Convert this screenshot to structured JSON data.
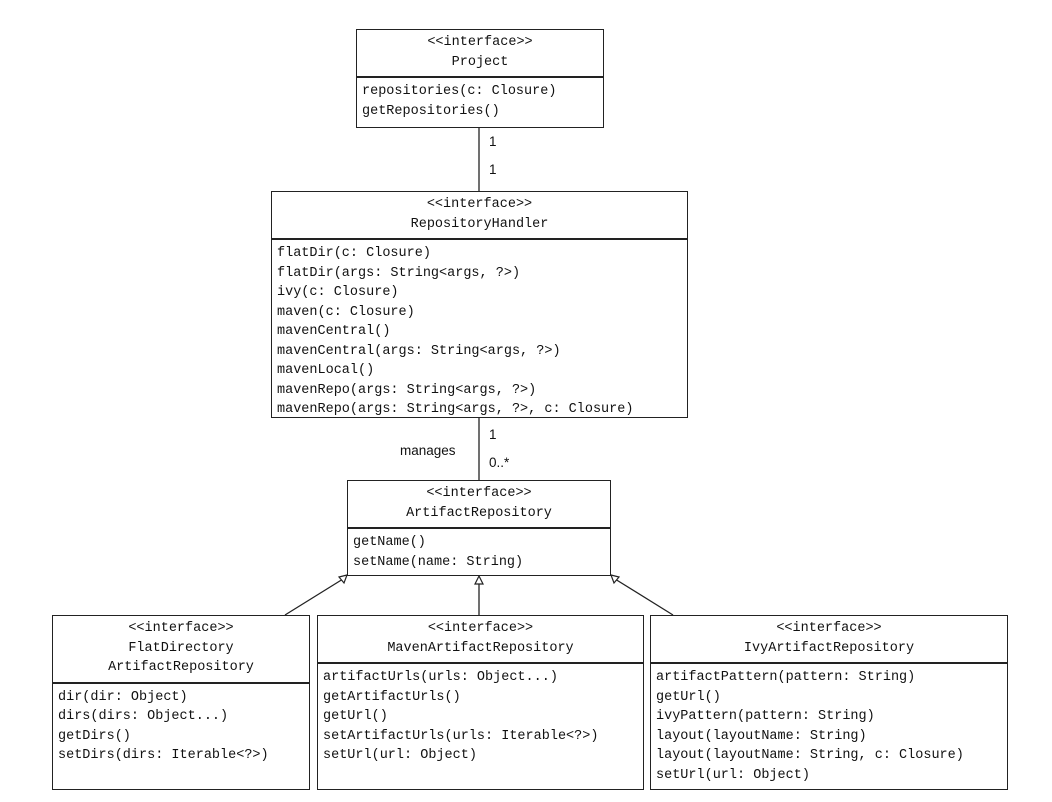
{
  "project": {
    "stereotype": "<<interface>>",
    "name": "Project",
    "methods": [
      "repositories(c: Closure)",
      "getRepositories()"
    ]
  },
  "repository_handler": {
    "stereotype": "<<interface>>",
    "name": "RepositoryHandler",
    "methods": [
      "flatDir(c: Closure)",
      "flatDir(args: String<args, ?>)",
      "ivy(c: Closure)",
      "maven(c: Closure)",
      "mavenCentral()",
      "mavenCentral(args: String<args, ?>)",
      "mavenLocal()",
      "mavenRepo(args: String<args, ?>)",
      "mavenRepo(args: String<args, ?>, c: Closure)"
    ]
  },
  "artifact_repository": {
    "stereotype": "<<interface>>",
    "name": "ArtifactRepository",
    "methods": [
      "getName()",
      "setName(name: String)"
    ]
  },
  "flat_directory": {
    "stereotype": "<<interface>>",
    "name_line1": "FlatDirectory",
    "name_line2": "ArtifactRepository",
    "methods": [
      "dir(dir: Object)",
      "dirs(dirs: Object...)",
      "getDirs()",
      "setDirs(dirs: Iterable<?>)"
    ]
  },
  "maven_repository": {
    "stereotype": "<<interface>>",
    "name": "MavenArtifactRepository",
    "methods": [
      "artifactUrls(urls: Object...)",
      "getArtifactUrls()",
      "getUrl()",
      "setArtifactUrls(urls: Iterable<?>)",
      "setUrl(url: Object)"
    ]
  },
  "ivy_repository": {
    "stereotype": "<<interface>>",
    "name": "IvyArtifactRepository",
    "methods": [
      "artifactPattern(pattern: String)",
      "getUrl()",
      "ivyPattern(pattern: String)",
      "layout(layoutName: String)",
      "layout(layoutName: String, c: Closure)",
      "setUrl(url: Object)"
    ]
  },
  "associations": {
    "project_handler": {
      "source_multiplicity": "1",
      "target_multiplicity": "1"
    },
    "handler_artifact": {
      "label": "manages",
      "source_multiplicity": "1",
      "target_multiplicity": "0..*"
    }
  }
}
